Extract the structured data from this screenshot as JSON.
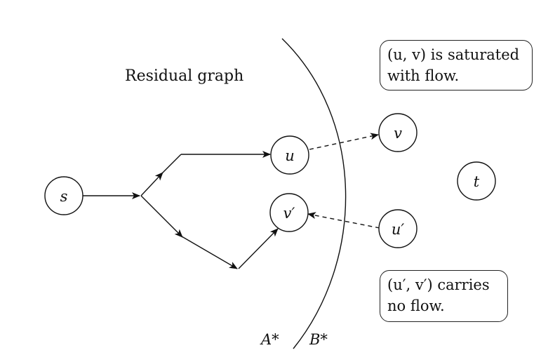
{
  "title": "Residual graph",
  "nodes": {
    "s": "s",
    "u": "u",
    "v": "v",
    "t": "t",
    "v_prime": "v′",
    "u_prime": "u′"
  },
  "cut_labels": {
    "left": "A*",
    "right": "B*"
  },
  "notes": {
    "saturated": [
      "(u, v) is saturated",
      "with flow."
    ],
    "no_flow": [
      "(u′, v′) carries",
      "no flow."
    ]
  },
  "edges": [
    {
      "from": "s",
      "to": "branch",
      "style": "solid"
    },
    {
      "from": "branch",
      "to": "upper",
      "style": "solid"
    },
    {
      "from": "upper",
      "to": "u",
      "style": "solid"
    },
    {
      "from": "branch",
      "to": "lower",
      "style": "solid"
    },
    {
      "from": "lower",
      "to": "low",
      "style": "solid"
    },
    {
      "from": "low",
      "to": "v′",
      "style": "solid"
    },
    {
      "from": "u",
      "to": "v",
      "style": "dashed"
    },
    {
      "from": "u′",
      "to": "v′",
      "style": "dashed"
    }
  ]
}
